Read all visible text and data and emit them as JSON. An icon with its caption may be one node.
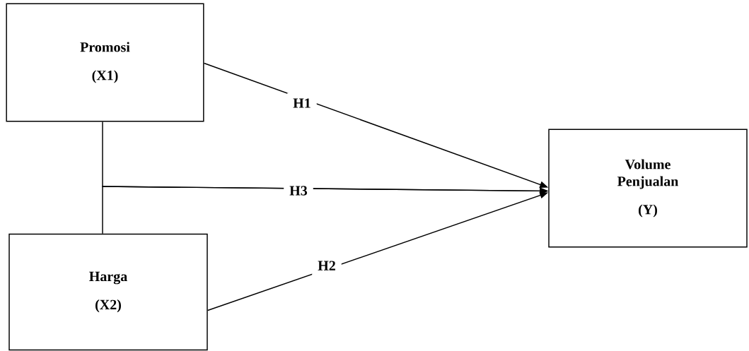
{
  "diagram": {
    "nodes": [
      {
        "text": [
          "Promosi",
          "(X1)"
        ]
      },
      {
        "text": [
          "Harga",
          "(X2)"
        ]
      },
      {
        "text": [
          "Volume Penjualan",
          "(Y)"
        ]
      }
    ],
    "edges": [
      {
        "from": 0,
        "to": 2,
        "arrow": "to",
        "label": "H1"
      },
      {
        "from": 1,
        "to": 2,
        "arrow": "to",
        "label": "H2"
      },
      {
        "from": 0,
        "to": 2,
        "arrow": "to",
        "label": "H3"
      },
      {
        "from": 1,
        "to": 2,
        "arrow": "to"
      }
    ]
  }
}
